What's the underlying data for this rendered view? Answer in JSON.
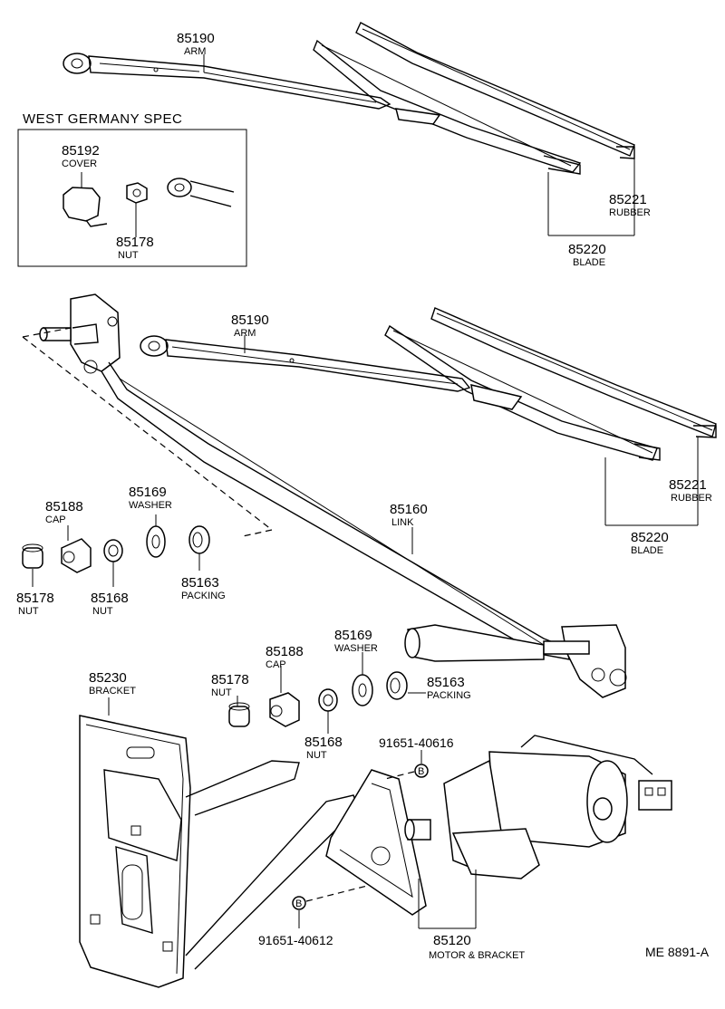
{
  "labels": {
    "arm_top": {
      "num": "85190",
      "name": "ARM"
    },
    "cover": {
      "num": "85192",
      "name": "COVER"
    },
    "nut_spec": {
      "num": "85178",
      "name": "NUT"
    },
    "rubber_top": {
      "num": "85221",
      "name": "RUBBER"
    },
    "blade_top": {
      "num": "85220",
      "name": "BLADE"
    },
    "arm_mid": {
      "num": "85190",
      "name": "ARM"
    },
    "washer_left": {
      "num": "85169",
      "name": "WASHER"
    },
    "cap_left": {
      "num": "85188",
      "name": "CAP"
    },
    "link": {
      "num": "85160",
      "name": "LINK"
    },
    "rubber_mid": {
      "num": "85221",
      "name": "RUBBER"
    },
    "blade_mid": {
      "num": "85220",
      "name": "BLADE"
    },
    "nut_left": {
      "num": "85178",
      "name": "NUT"
    },
    "nut2_left": {
      "num": "85168",
      "name": "NUT"
    },
    "packing_left": {
      "num": "85163",
      "name": "PACKING"
    },
    "bracket": {
      "num": "85230",
      "name": "BRACKET"
    },
    "cap_right": {
      "num": "85188",
      "name": "CAP"
    },
    "washer_right": {
      "num": "85169",
      "name": "WASHER"
    },
    "nut_right": {
      "num": "85178",
      "name": "NUT"
    },
    "packing_right": {
      "num": "85163",
      "name": "PACKING"
    },
    "nut2_right": {
      "num": "85168",
      "name": "NUT"
    },
    "bolt_upper": {
      "num": "91651-40616"
    },
    "bolt_lower": {
      "num": "91651-40612"
    },
    "motor": {
      "num": "85120",
      "name": "MOTOR & BRACKET"
    }
  },
  "spec_box_title": "WEST GERMANY SPEC",
  "bolt_marker": "B",
  "figure_code": "ME  8891-A"
}
